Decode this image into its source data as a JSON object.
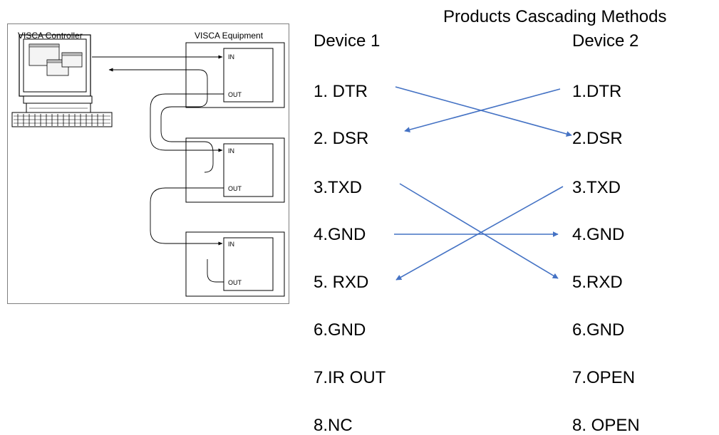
{
  "page_title": "Products Cascading Methods",
  "diagram": {
    "controller_label": "VISCA Controller",
    "equipment_label": "VISCA Equipment",
    "units": [
      {
        "in_label": "IN",
        "out_label": "OUT"
      },
      {
        "in_label": "IN",
        "out_label": "OUT"
      },
      {
        "in_label": "IN",
        "out_label": "OUT"
      }
    ]
  },
  "device1": {
    "header": "Device 1",
    "pins": [
      "1. DTR",
      "2. DSR",
      "3.TXD",
      "4.GND",
      "5. RXD",
      "6.GND",
      "7.IR OUT",
      "8.NC"
    ]
  },
  "device2": {
    "header": "Device 2",
    "pins": [
      "1.DTR",
      "2.DSR",
      "3.TXD",
      "4.GND",
      "5.RXD",
      "6.GND",
      "7.OPEN",
      "8. OPEN"
    ]
  },
  "connections": [
    {
      "from": "device1.pin1",
      "to": "device2.pin2"
    },
    {
      "from": "device2.pin1",
      "to": "device1.pin2"
    },
    {
      "from": "device1.pin3",
      "to": "device2.pin5"
    },
    {
      "from": "device2.pin3",
      "to": "device1.pin5"
    },
    {
      "from": "device1.pin4",
      "to": "device2.pin4"
    }
  ],
  "colors": {
    "arrow": "#4472c4",
    "frame": "#7f7f7f",
    "line": "#000000"
  }
}
